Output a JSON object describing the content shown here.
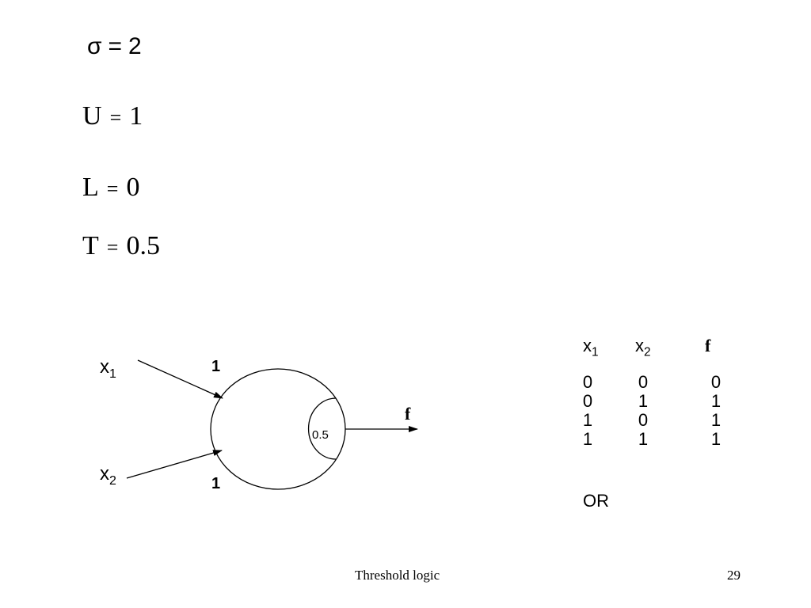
{
  "params": [
    {
      "symbol": "σ",
      "value": "2"
    },
    {
      "symbol": "U",
      "value": "1"
    },
    {
      "symbol": "L",
      "value": "0"
    },
    {
      "symbol": "T",
      "value": "0.5"
    }
  ],
  "diagram": {
    "input1": {
      "var": "x",
      "sub": "1"
    },
    "input2": {
      "var": "x",
      "sub": "2"
    },
    "weight1": "1",
    "weight2": "1",
    "threshold": "0.5",
    "output": "f"
  },
  "truth_table": {
    "headers": [
      {
        "var": "x",
        "sub": "1"
      },
      {
        "var": "x",
        "sub": "2"
      },
      {
        "var": "f",
        "sub": ""
      }
    ],
    "rows": [
      [
        "0",
        "0",
        "0"
      ],
      [
        "0",
        "1",
        "1"
      ],
      [
        "1",
        "0",
        "1"
      ],
      [
        "1",
        "1",
        "1"
      ]
    ],
    "caption": "OR"
  },
  "footer": {
    "title": "Threshold logic",
    "page": "29"
  }
}
